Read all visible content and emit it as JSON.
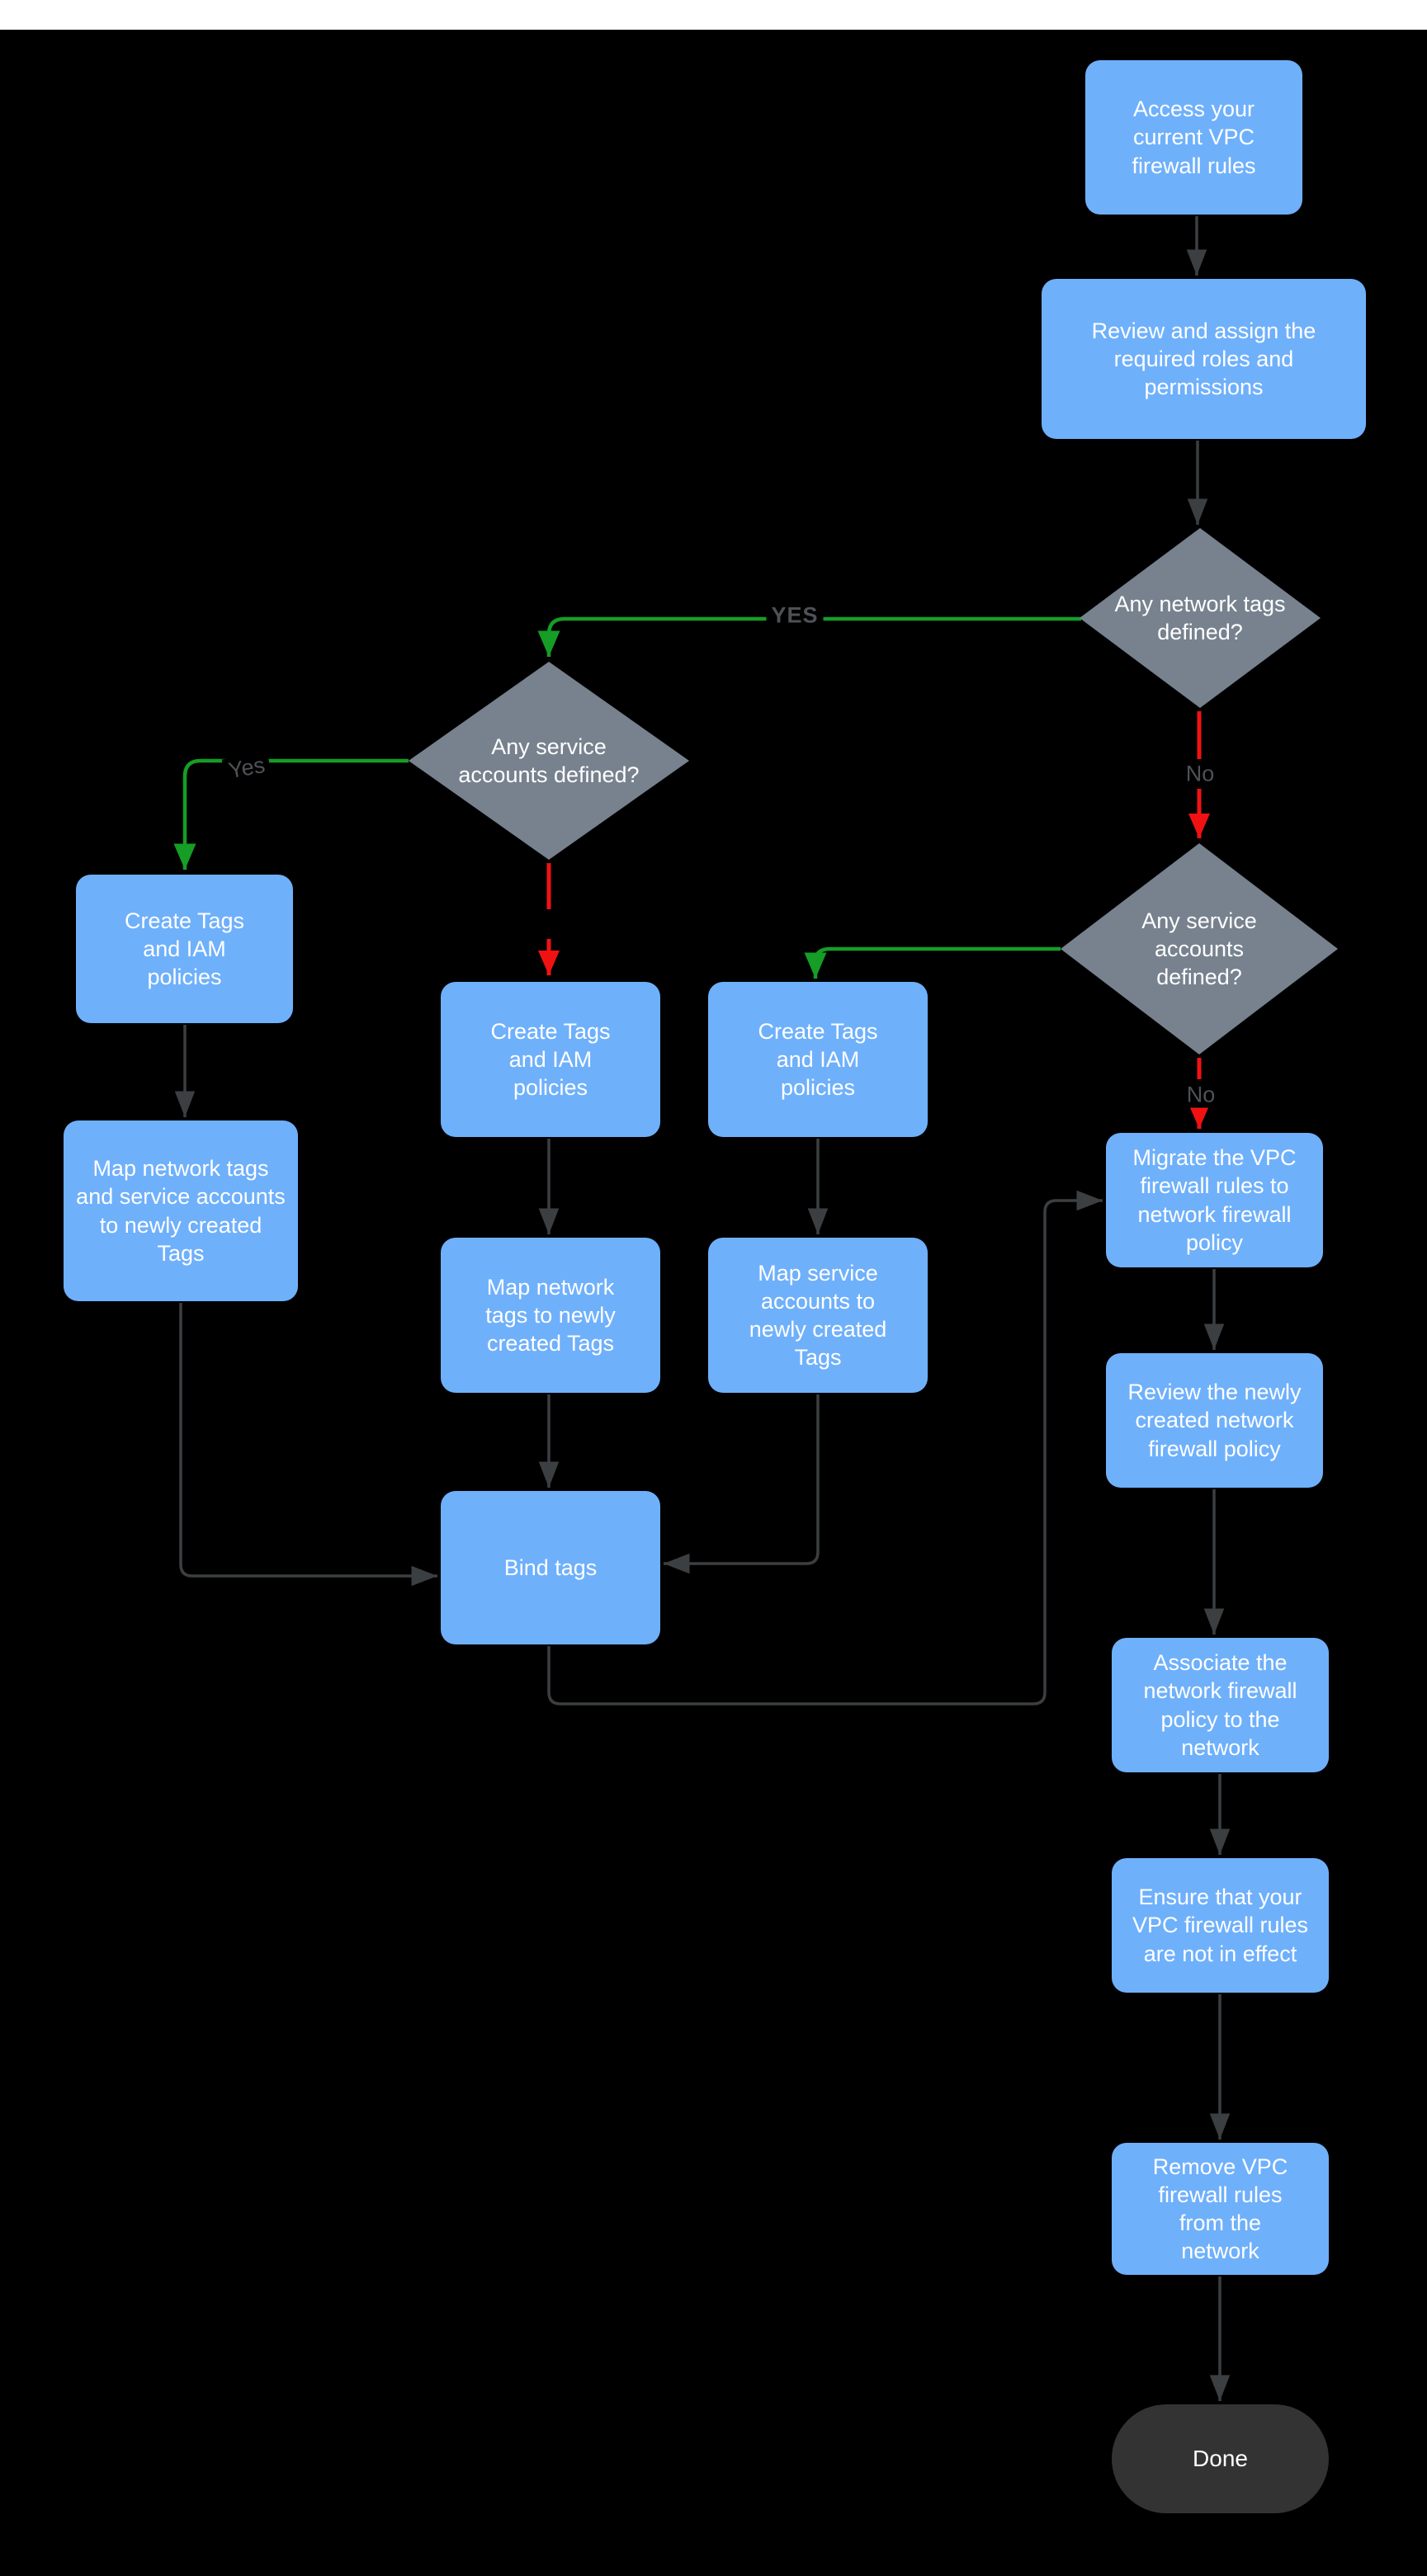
{
  "colors": {
    "topbar_color": "#ffffff",
    "node_blue": "#6fb0fb",
    "diamond_gray": "#77828e",
    "edge_gray": "#3c3f41",
    "edge_green": "#159d26",
    "edge_red": "#f01212",
    "label_gray": "#4e5256",
    "done_bg": "#333333",
    "text_color": "#ffffff"
  },
  "nodes": {
    "access": {
      "label": "Access your current VPC firewall rules",
      "type": "process"
    },
    "review_roles": {
      "label": "Review and assign the required roles and permissions",
      "type": "process"
    },
    "network_tags_q": {
      "label": "Any network tags defined?",
      "type": "decision"
    },
    "service_accounts_left_q": {
      "label": "Any service accounts defined?",
      "type": "decision"
    },
    "service_accounts_right_q": {
      "label": "Any service accounts defined?",
      "type": "decision"
    },
    "create_tags_left": {
      "label": "Create Tags and IAM policies",
      "type": "process"
    },
    "create_tags_mid": {
      "label": "Create Tags and IAM policies",
      "type": "process"
    },
    "create_tags_right": {
      "label": "Create Tags and IAM policies",
      "type": "process"
    },
    "map_both": {
      "label": "Map network tags and service accounts to newly created Tags",
      "type": "process"
    },
    "map_network": {
      "label": "Map network tags to newly created Tags",
      "type": "process"
    },
    "map_service": {
      "label": "Map service accounts  to newly created Tags",
      "type": "process"
    },
    "bind_tags": {
      "label": "Bind tags",
      "type": "process"
    },
    "migrate": {
      "label": "Migrate the VPC firewall rules to network firewall policy",
      "type": "process"
    },
    "review_policy": {
      "label": "Review the newly created network firewall policy",
      "type": "process"
    },
    "associate": {
      "label": "Associate the network firewall policy to the network",
      "type": "process"
    },
    "ensure": {
      "label": "Ensure that your VPC firewall rules are not in effect",
      "type": "process"
    },
    "remove": {
      "label": "Remove  VPC firewall rules from the network",
      "type": "process"
    },
    "done": {
      "label": "Done",
      "type": "terminator"
    }
  },
  "edge_labels": {
    "yes_upper": "YES",
    "yes": "Yes",
    "no_top": "No",
    "no_bottom": "No"
  },
  "edges": [
    {
      "from": "access",
      "to": "review_roles",
      "color": "gray"
    },
    {
      "from": "review_roles",
      "to": "network_tags_q",
      "color": "gray"
    },
    {
      "from": "network_tags_q",
      "to": "service_accounts_left_q",
      "color": "green",
      "label": "YES"
    },
    {
      "from": "network_tags_q",
      "to": "service_accounts_right_q",
      "color": "red",
      "label": "No"
    },
    {
      "from": "service_accounts_left_q",
      "to": "create_tags_left",
      "color": "green",
      "label": "Yes"
    },
    {
      "from": "service_accounts_left_q",
      "to": "create_tags_mid",
      "color": "red"
    },
    {
      "from": "service_accounts_right_q",
      "to": "create_tags_right",
      "color": "green"
    },
    {
      "from": "service_accounts_right_q",
      "to": "migrate",
      "color": "red",
      "label": "No"
    },
    {
      "from": "create_tags_left",
      "to": "map_both",
      "color": "gray"
    },
    {
      "from": "create_tags_mid",
      "to": "map_network",
      "color": "gray"
    },
    {
      "from": "create_tags_right",
      "to": "map_service",
      "color": "gray"
    },
    {
      "from": "map_both",
      "to": "bind_tags",
      "color": "gray"
    },
    {
      "from": "map_network",
      "to": "bind_tags",
      "color": "gray"
    },
    {
      "from": "map_service",
      "to": "bind_tags",
      "color": "gray"
    },
    {
      "from": "bind_tags",
      "to": "migrate",
      "color": "gray"
    },
    {
      "from": "migrate",
      "to": "review_policy",
      "color": "gray"
    },
    {
      "from": "review_policy",
      "to": "associate",
      "color": "gray"
    },
    {
      "from": "associate",
      "to": "ensure",
      "color": "gray"
    },
    {
      "from": "ensure",
      "to": "remove",
      "color": "gray"
    },
    {
      "from": "remove",
      "to": "done",
      "color": "gray"
    }
  ]
}
